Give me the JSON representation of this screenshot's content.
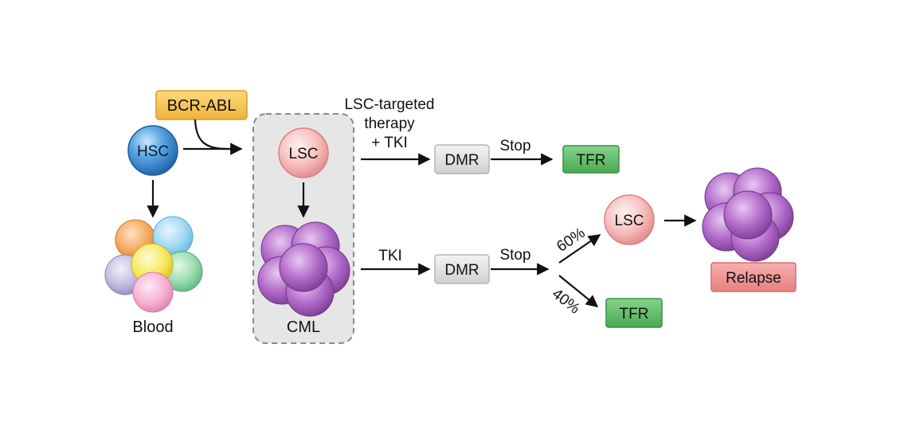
{
  "labels": {
    "bcr_abl": "BCR-ABL",
    "hsc": "HSC",
    "blood": "Blood",
    "lsc_main": "LSC",
    "cml": "CML",
    "therapy_line1": "LSC-targeted",
    "therapy_line2": "therapy",
    "therapy_line3": "+ TKI",
    "dmr_top": "DMR",
    "stop_top": "Stop",
    "tfr_top": "TFR",
    "tki": "TKI",
    "dmr_bottom": "DMR",
    "stop_bottom": "Stop",
    "pct_60": "60%",
    "pct_40": "40%",
    "lsc_relapse": "LSC",
    "tfr_bottom": "TFR",
    "relapse": "Relapse"
  },
  "colors": {
    "hsc": "#3a8fd6",
    "lsc": "#f5a8a8",
    "cml": "#a65fbf",
    "bcr_abl_box": "#f7c14e",
    "dmr_box": "#dcdcdc",
    "tfr_box": "#5dbb63",
    "relapse_box": "#ef8a8a",
    "cml_panel": "#e6e6e6",
    "blood_cells": [
      "#f39b4a",
      "#8fd0f2",
      "#b9b2d8",
      "#f5e45a",
      "#8fd8a8",
      "#f5a8cf"
    ]
  }
}
